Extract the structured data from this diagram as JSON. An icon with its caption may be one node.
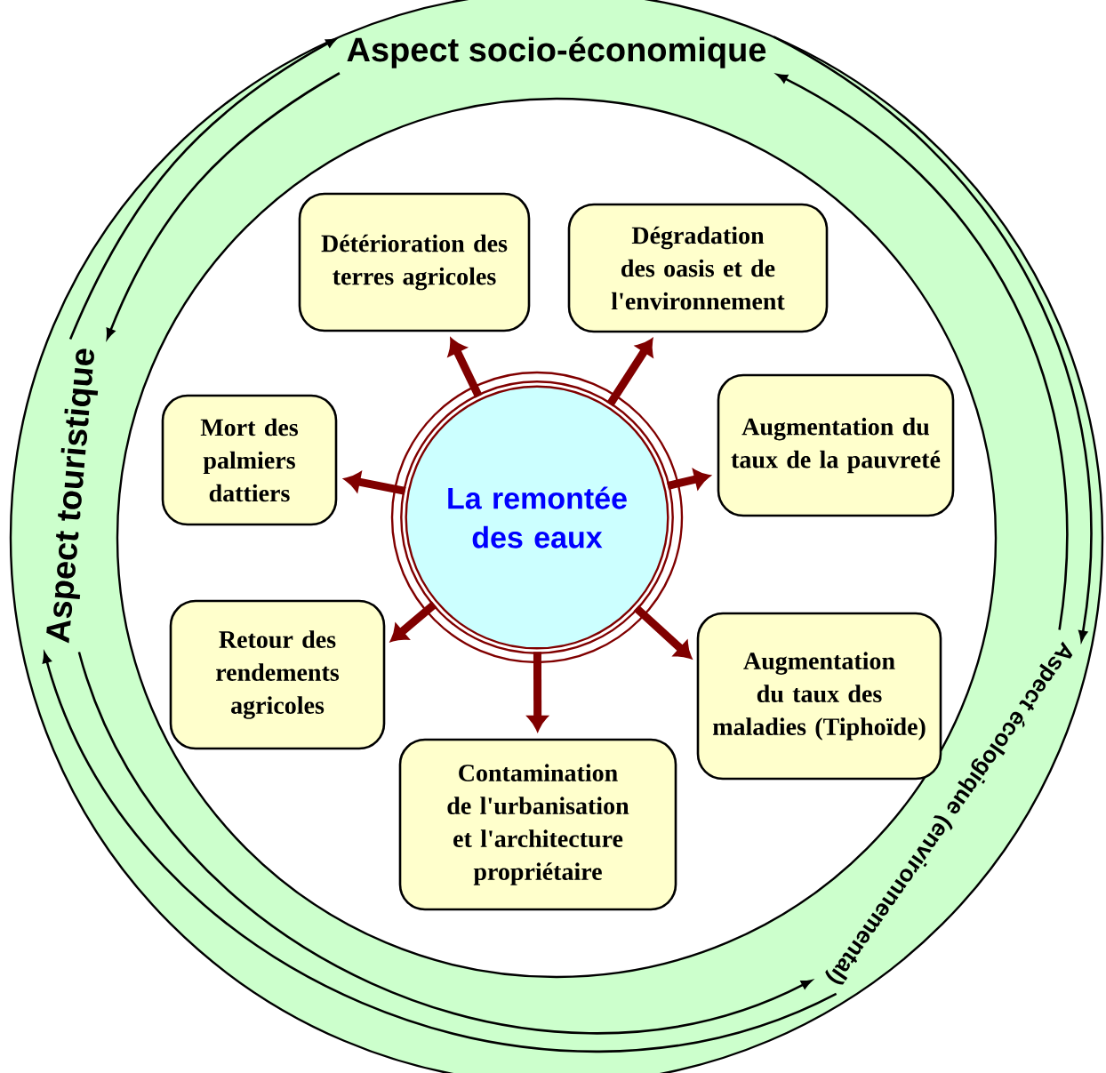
{
  "diagram": {
    "nodes": [
      {
        "text": [
          "Aspect socio-économique"
        ]
      },
      {
        "text": [
          "Aspect écologique (environnemental)"
        ]
      },
      {
        "text": [
          "Aspect touristique"
        ]
      },
      {
        "text": [
          "La remontée des eaux"
        ]
      },
      {
        "text": [
          "Détérioration des terres agricoles"
        ]
      },
      {
        "text": [
          "Dégradation des oasis et de l'environnement"
        ]
      },
      {
        "text": [
          "Mort des palmiers dattiers"
        ]
      },
      {
        "text": [
          "Augmentation du taux de la pauvreté"
        ]
      },
      {
        "text": [
          "Retour des rendements agricoles"
        ]
      },
      {
        "text": [
          "Augmentation du taux des maladies (Tiphoïde)"
        ]
      },
      {
        "text": [
          "Contamination de l'urbanisation et l'architecture propriétaire"
        ]
      }
    ],
    "edges": [
      {
        "from": 2,
        "to": 0,
        "arrow": "to",
        "color": "#000000"
      },
      {
        "from": 0,
        "to": 2,
        "arrow": "to",
        "color": "#000000"
      },
      {
        "from": 0,
        "to": 1,
        "arrow": "to",
        "color": "#000000"
      },
      {
        "from": 1,
        "to": 0,
        "arrow": "to",
        "color": "#000000"
      },
      {
        "from": 1,
        "to": 2,
        "arrow": "to",
        "color": "#000000"
      },
      {
        "from": 2,
        "to": 1,
        "arrow": "to",
        "color": "#000000"
      },
      {
        "from": 3,
        "to": 4,
        "arrow": "to",
        "color": "#800000"
      },
      {
        "from": 3,
        "to": 5,
        "arrow": "to",
        "color": "#800000"
      },
      {
        "from": 3,
        "to": 6,
        "arrow": "to",
        "color": "#800000"
      },
      {
        "from": 3,
        "to": 7,
        "arrow": "to",
        "color": "#800000"
      },
      {
        "from": 3,
        "to": 8,
        "arrow": "to",
        "color": "#800000"
      },
      {
        "from": 3,
        "to": 9,
        "arrow": "to",
        "color": "#800000"
      },
      {
        "from": 3,
        "to": 10,
        "arrow": "to",
        "color": "#800000"
      }
    ]
  }
}
